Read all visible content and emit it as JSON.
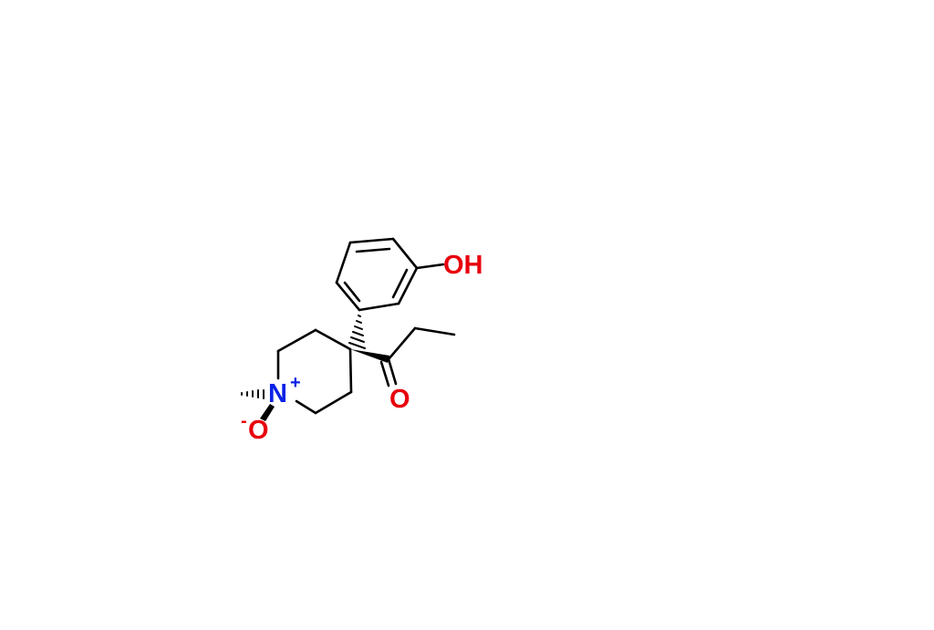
{
  "molecule": {
    "atoms": {
      "hydroxyl": "OH",
      "carbonyl_oxygen": "O",
      "nitrogen": "N",
      "nitrogen_charge": "+",
      "oxide_oxygen": "O",
      "oxide_charge": "-"
    },
    "colors": {
      "bond": "#000000",
      "oxygen": "#e8000b",
      "nitrogen": "#0a22e6"
    }
  }
}
